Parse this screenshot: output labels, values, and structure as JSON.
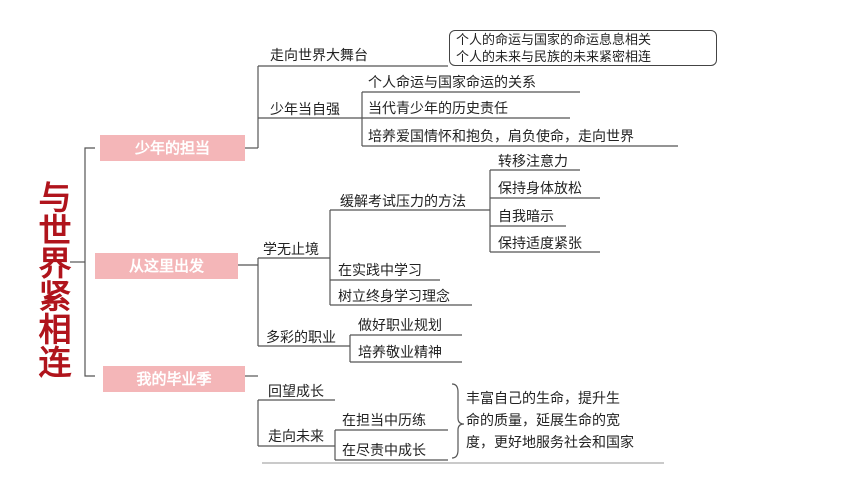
{
  "title": "与世界紧相连",
  "sections": {
    "s1": "少年的担当",
    "s2": "从这里出发",
    "s3": "我的毕业季"
  },
  "branch1": {
    "stage": "走向世界大舞台",
    "note_line1": "个人的命运与国家的命运息息相关",
    "note_line2": "个人的未来与民族的未来紧密相连",
    "strong": "少年当自强",
    "items": [
      "个人命运与国家命运的关系",
      "当代青少年的历史责任",
      "培养爱国情怀和抱负，肩负使命，走向世界"
    ]
  },
  "branch2": {
    "learn": "学无止境",
    "pressure": "缓解考试压力的方法",
    "pressure_items": [
      "转移注意力",
      "保持身体放松",
      "自我暗示",
      "保持适度紧张"
    ],
    "practice": "在实践中学习",
    "lifelong": "树立终身学习理念",
    "career": "多彩的职业",
    "career_items": [
      "做好职业规划",
      "培养敬业精神"
    ]
  },
  "branch3": {
    "lookback": "回望成长",
    "future": "走向未来",
    "future_items": [
      "在担当中历练",
      "在尽责中成长"
    ],
    "conclusion": "丰富自己的生命，提升生\n命的质量，延展生命的宽\n度，更好地服务社会和国家"
  }
}
